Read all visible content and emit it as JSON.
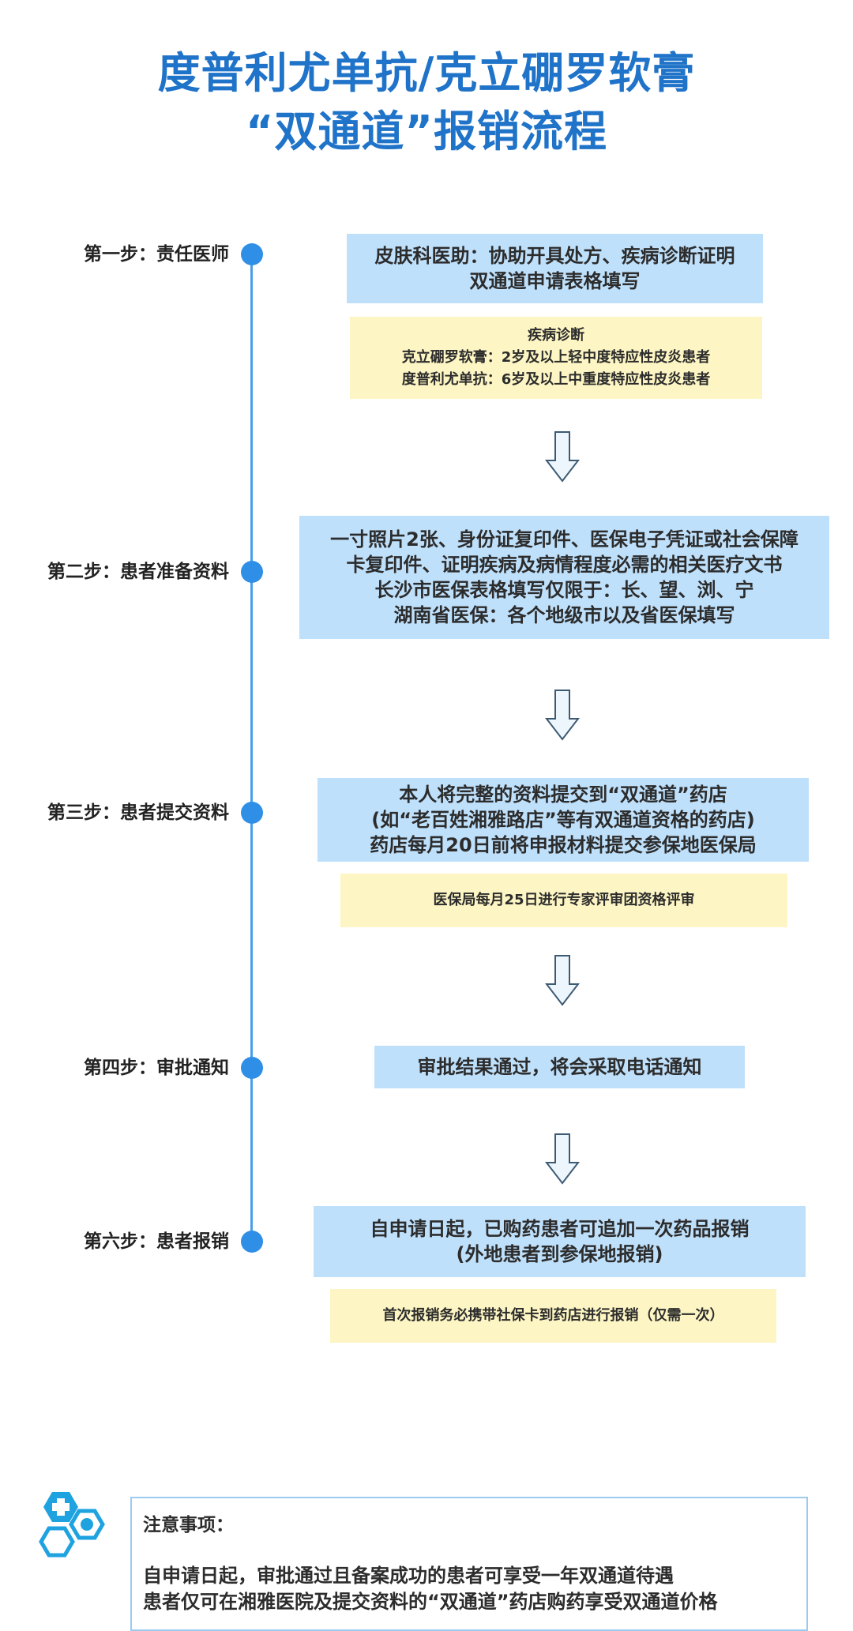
{
  "title": {
    "line1": "度普利尤单抗/克立硼罗软膏",
    "line2": "“双通道”报销流程"
  },
  "colors": {
    "title": "#1f73c8",
    "timeline": "#4a9ee8",
    "blue_box": "#bfe0fb",
    "yellow_box": "#fdf6c4"
  },
  "steps": [
    {
      "label": "第一步：责任医师"
    },
    {
      "label": "第二步：患者准备资料"
    },
    {
      "label": "第三步：患者提交资料"
    },
    {
      "label": "第四步：审批通知"
    },
    {
      "label": "第六步：患者报销"
    }
  ],
  "boxes": {
    "s1_main": [
      "皮肤科医助：协助开具处方、疾病诊断证明",
      "双通道申请表格填写"
    ],
    "s1_note": [
      "疾病诊断",
      "克立硼罗软膏：2岁及以上轻中度特应性皮炎患者",
      "度普利尤单抗：6岁及以上中重度特应性皮炎患者"
    ],
    "s2_main": [
      "一寸照片2张、身份证复印件、医保电子凭证或社会保障",
      "卡复印件、证明疾病及病情程度必需的相关医疗文书",
      "长沙市医保表格填写仅限于：长、望、浏、宁",
      "湖南省医保：各个地级市以及省医保填写"
    ],
    "s3_main": [
      "本人将完整的资料提交到“双通道”药店",
      "(如“老百姓湘雅路店”等有双通道资格的药店)",
      "药店每月20日前将申报材料提交参保地医保局"
    ],
    "s3_note": [
      "医保局每月25日进行专家评审团资格评审"
    ],
    "s4_main": [
      "审批结果通过，将会采取电话通知"
    ],
    "s6_main": [
      "自申请日起，已购药患者可追加一次药品报销",
      "(外地患者到参保地报销)"
    ],
    "s6_note": [
      "首次报销务必携带社保卡到药店进行报销（仅需一次）"
    ]
  },
  "notes": {
    "title": "注意事项：",
    "lines": [
      "自申请日起，审批通过且备案成功的患者可享受一年双通道待遇",
      "患者仅可在湘雅医院及提交资料的“双通道”药店购药享受双通道价格"
    ]
  }
}
